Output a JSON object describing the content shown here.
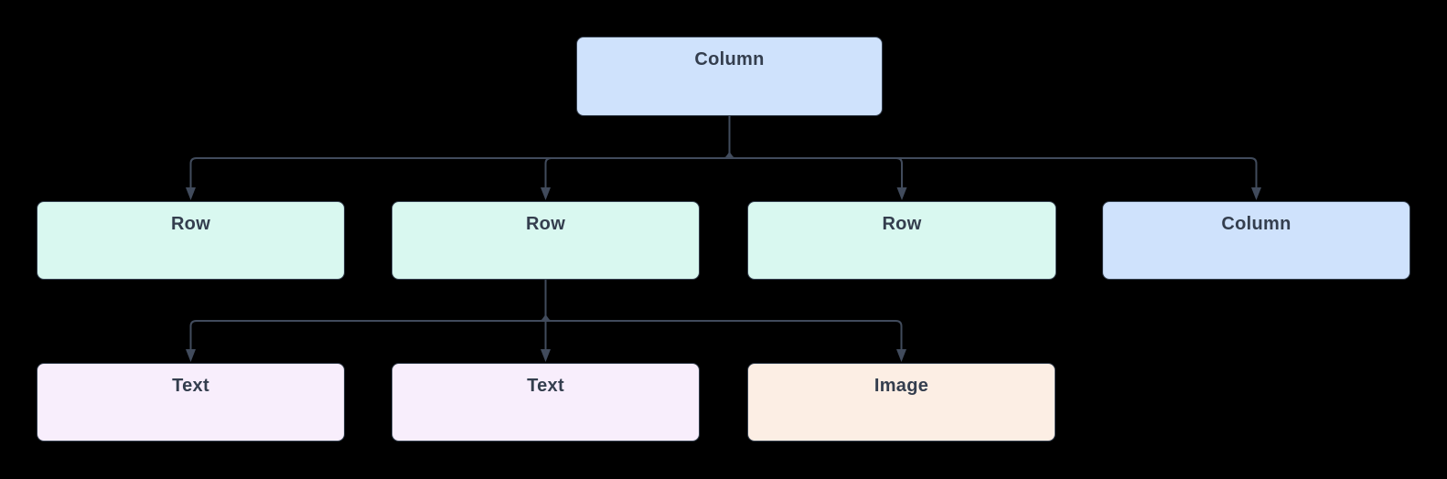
{
  "diagram": {
    "background_color": "#000000",
    "edge_color": "#414b5c",
    "border_color": "#35404f",
    "text_color": "#343e4e",
    "node_kinds": {
      "column": {
        "fill": "#cfe2fc"
      },
      "row": {
        "fill": "#d9f8f0"
      },
      "text": {
        "fill": "#f8eefc"
      },
      "image": {
        "fill": "#fceee4"
      }
    },
    "nodes": [
      {
        "id": "root",
        "label": "Column",
        "kind": "column"
      },
      {
        "id": "row1",
        "label": "Row",
        "kind": "row"
      },
      {
        "id": "row2",
        "label": "Row",
        "kind": "row"
      },
      {
        "id": "row3",
        "label": "Row",
        "kind": "row"
      },
      {
        "id": "col2",
        "label": "Column",
        "kind": "column"
      },
      {
        "id": "text1",
        "label": "Text",
        "kind": "text"
      },
      {
        "id": "text2",
        "label": "Text",
        "kind": "text"
      },
      {
        "id": "image1",
        "label": "Image",
        "kind": "image"
      }
    ],
    "edges": [
      {
        "from": "root",
        "to": "row1"
      },
      {
        "from": "root",
        "to": "row2"
      },
      {
        "from": "root",
        "to": "row3"
      },
      {
        "from": "root",
        "to": "col2"
      },
      {
        "from": "row2",
        "to": "text1"
      },
      {
        "from": "row2",
        "to": "text2"
      },
      {
        "from": "row2",
        "to": "image1"
      }
    ]
  }
}
